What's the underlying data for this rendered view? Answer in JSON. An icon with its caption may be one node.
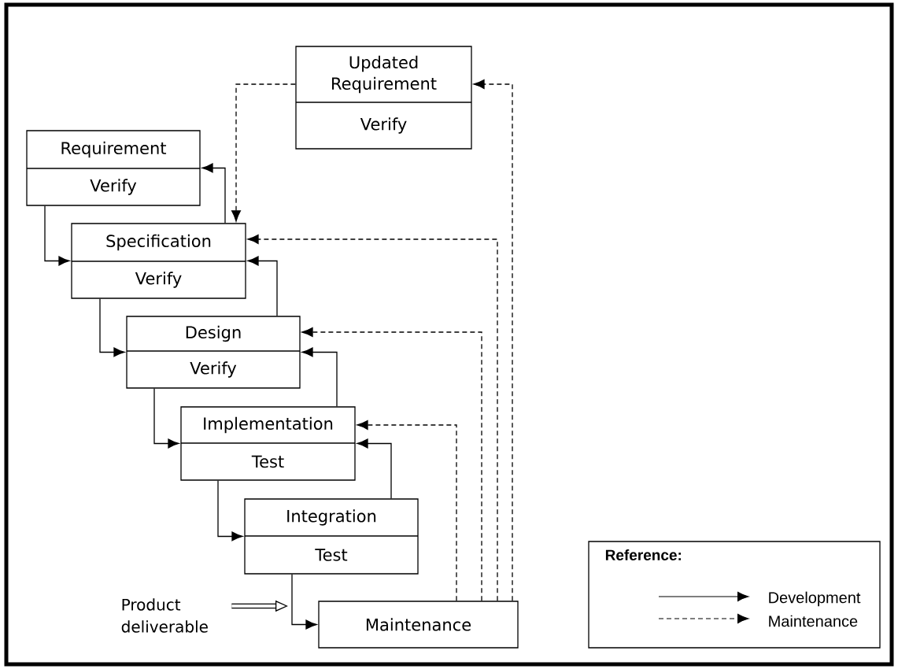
{
  "diagram": {
    "nodes": [
      {
        "text": [
          "Updated Requirement",
          "Verify"
        ]
      },
      {
        "text": [
          "Requirement",
          "Verify"
        ]
      },
      {
        "text": [
          "Specification",
          "Verify"
        ]
      },
      {
        "text": [
          "Design",
          "Verify"
        ]
      },
      {
        "text": [
          "Implementation",
          "Test"
        ]
      },
      {
        "text": [
          "Integration",
          "Test"
        ]
      },
      {
        "text": [
          "Maintenance"
        ]
      },
      {
        "text": [
          "Product deliverable"
        ]
      }
    ],
    "edges": [
      {
        "from": 1,
        "to": 2,
        "arrow": "to"
      },
      {
        "from": 2,
        "to": 1,
        "arrow": "to"
      },
      {
        "from": 2,
        "to": 3,
        "arrow": "to"
      },
      {
        "from": 3,
        "to": 2,
        "arrow": "to"
      },
      {
        "from": 3,
        "to": 4,
        "arrow": "to"
      },
      {
        "from": 4,
        "to": 3,
        "arrow": "to"
      },
      {
        "from": 4,
        "to": 5,
        "arrow": "to"
      },
      {
        "from": 5,
        "to": 4,
        "arrow": "to"
      },
      {
        "from": 5,
        "to": 6,
        "arrow": "to"
      },
      {
        "from": 0,
        "to": 2,
        "arrow": "to",
        "style": "dashed"
      },
      {
        "from": 6,
        "to": 0,
        "arrow": "to",
        "style": "dashed"
      },
      {
        "from": 6,
        "to": 2,
        "arrow": "to",
        "style": "dashed"
      },
      {
        "from": 6,
        "to": 3,
        "arrow": "to",
        "style": "dashed"
      },
      {
        "from": 6,
        "to": 4,
        "arrow": "to",
        "style": "dashed"
      },
      {
        "from": 7,
        "to": null,
        "arrow": "to",
        "style": "thick"
      }
    ],
    "labels": [
      "Reference:"
    ],
    "legend": [
      {
        "text": "Development"
      },
      {
        "text": "Maintenance"
      }
    ]
  }
}
